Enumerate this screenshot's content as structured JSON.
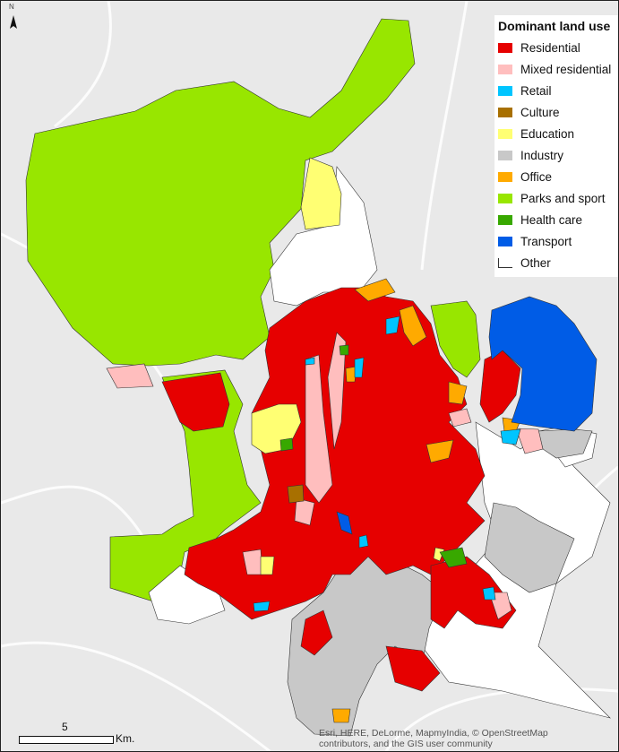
{
  "north_arrow": {
    "label": "N"
  },
  "legend": {
    "title": "Dominant land use",
    "items": [
      {
        "label": "Residential",
        "color": "#e60000"
      },
      {
        "label": "Mixed residential",
        "color": "#ffbebe"
      },
      {
        "label": "Retail",
        "color": "#00c5ff"
      },
      {
        "label": "Culture",
        "color": "#a87000"
      },
      {
        "label": "Education",
        "color": "#ffff73"
      },
      {
        "label": "Industry",
        "color": "#c8c8c8"
      },
      {
        "label": "Office",
        "color": "#ffaa00"
      },
      {
        "label": "Parks and sport",
        "color": "#98e600"
      },
      {
        "label": "Health care",
        "color": "#38a800"
      },
      {
        "label": "Transport",
        "color": "#005ce6"
      },
      {
        "label": "Other",
        "color": "#ffffff"
      }
    ]
  },
  "scale_bar": {
    "value": "5",
    "unit": "Km."
  },
  "credits": {
    "line1": "Esri, HERE, DeLorme, MapmyIndia, © OpenStreetMap",
    "line2": "contributors, and the GIS user community"
  }
}
